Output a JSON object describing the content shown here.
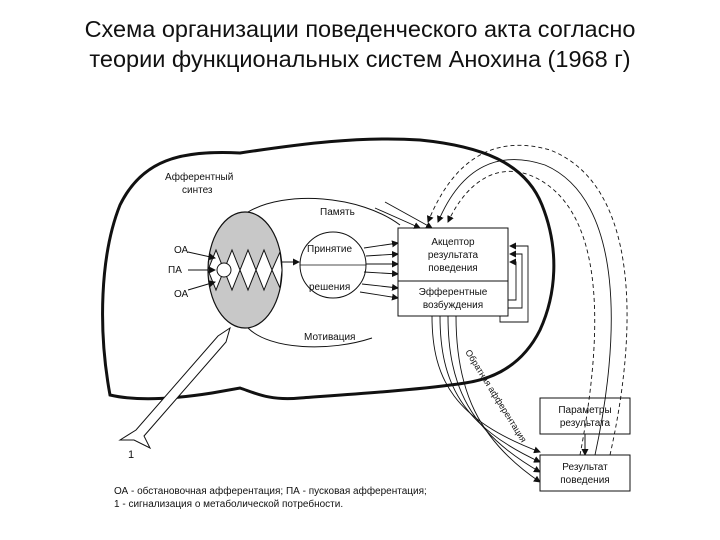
{
  "title": {
    "line1": "Схема организации поведенческого акта согласно",
    "line2": "теории функциональных систем Анохина (1968 г)"
  },
  "diagram": {
    "afferent_synthesis": [
      "Афферентный",
      "синтез"
    ],
    "memory": "Память",
    "decision_making": "Принятие",
    "decision": "решения",
    "motivation": "Мотивация",
    "oa_top": "ОА",
    "pa": "ПА",
    "oa_bottom": "ОА",
    "acceptor": [
      "Акцептор",
      "результата",
      "поведения"
    ],
    "efferent": [
      "Эфферентные",
      "возбуждения"
    ],
    "results_parameters": [
      "Параметры",
      "результата"
    ],
    "behavior_result": [
      "Результат",
      "поведения"
    ],
    "reverse_afferentation": "Обратная афферентация",
    "signal_number": "1"
  },
  "legend": {
    "line1": "ОА - обстановочная афферентация; ПА - пусковая афферентация;",
    "line2": "1 - сигнализация о метаболической потребности."
  },
  "colors": {
    "text": "#111111",
    "stroke": "#111111",
    "ellipse_fill": "#c8c8c8"
  }
}
